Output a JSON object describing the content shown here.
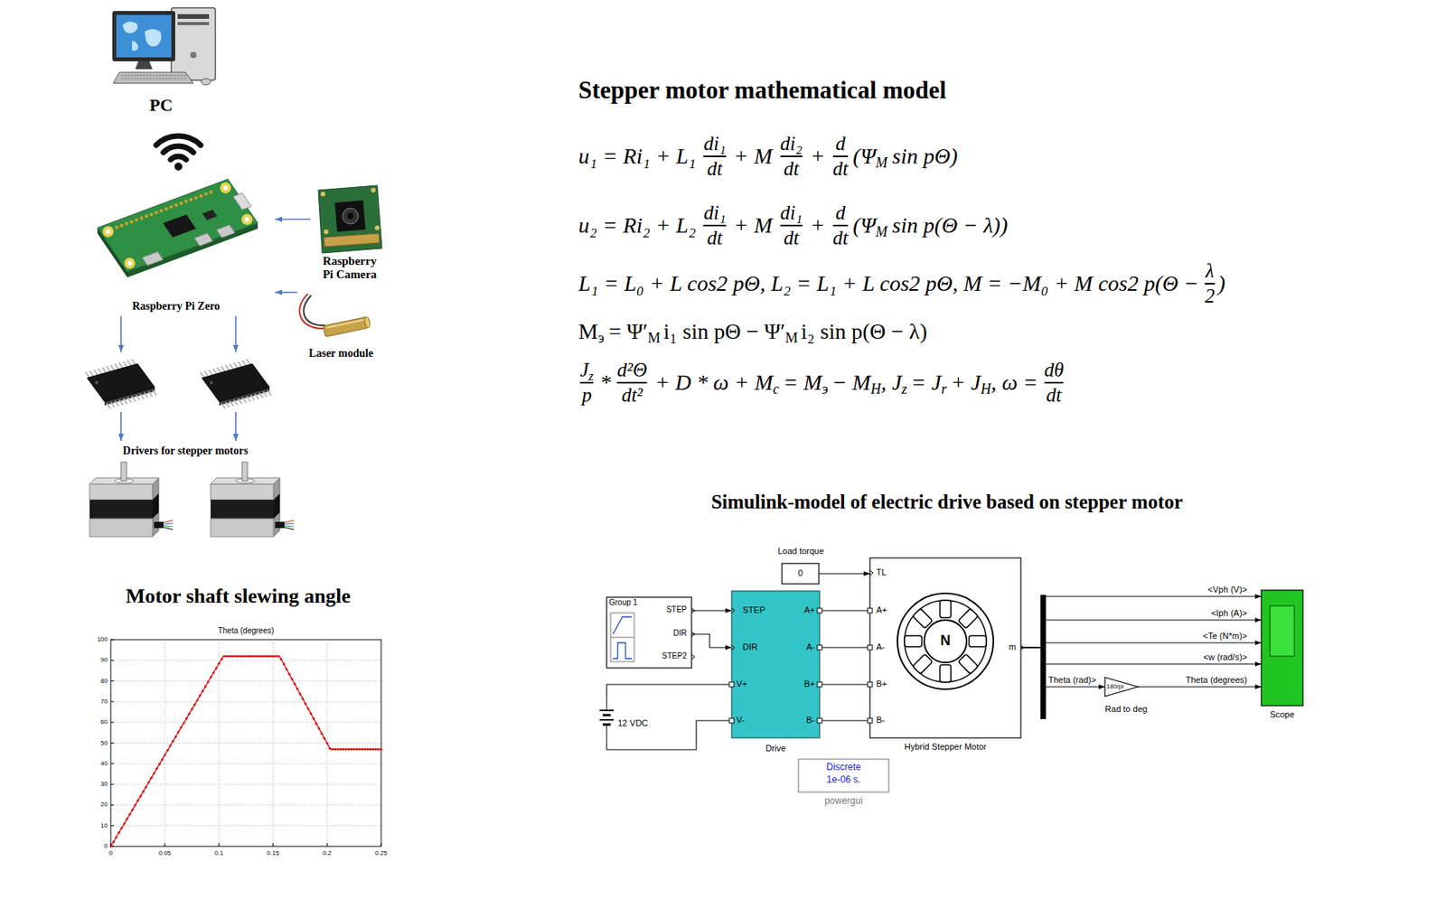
{
  "diagram": {
    "nodes": [
      {
        "text": [
          "PC"
        ]
      },
      {
        "text": [
          "Raspberry Pi Zero"
        ]
      },
      {
        "text": [
          "Raspberry Pi Camera"
        ]
      },
      {
        "text": [
          "Laser module"
        ]
      },
      {
        "text": [
          "Drivers for stepper motors"
        ]
      },
      {
        "text": [
          "Load torque",
          "0"
        ]
      },
      {
        "text": [
          "Group 1",
          "STEP",
          "DIR",
          "STEP2"
        ]
      },
      {
        "text": [
          "STEP",
          "DIR",
          "V+",
          "V-",
          "A+",
          "A-",
          "B+",
          "B-",
          "Drive"
        ]
      },
      {
        "text": [
          "TL",
          "A+",
          "A-",
          "B+",
          "B-",
          "N",
          "m",
          "Hybrid Stepper Motor"
        ]
      },
      {
        "text": [
          "12 VDC"
        ]
      },
      {
        "text": [
          "180/pi",
          "Rad to deg"
        ]
      },
      {
        "text": [
          "Scope"
        ]
      },
      {
        "text": [
          "Discrete",
          "1e-06 s.",
          "powergui"
        ]
      }
    ],
    "edges": [
      {
        "from": 2,
        "to": 1,
        "arrow": "to"
      },
      {
        "from": 3,
        "to": 1,
        "arrow": "to"
      },
      {
        "from": 1,
        "to": 4,
        "arrow": "to"
      },
      {
        "from": 1,
        "to": 4,
        "arrow": "to"
      },
      {
        "from": 5,
        "to": 8,
        "arrow": "to"
      },
      {
        "from": 6,
        "to": 7,
        "arrow": "to"
      },
      {
        "from": 6,
        "to": 7,
        "arrow": "to"
      },
      {
        "from": 9,
        "to": 7,
        "arrow": "none"
      },
      {
        "from": 9,
        "to": 7,
        "arrow": "none"
      },
      {
        "from": 7,
        "to": 8,
        "arrow": "none"
      },
      {
        "from": 7,
        "to": 8,
        "arrow": "none"
      },
      {
        "from": 7,
        "to": 8,
        "arrow": "none"
      },
      {
        "from": 7,
        "to": 8,
        "arrow": "none"
      },
      {
        "from": 8,
        "to": 11,
        "label": "<Vph (V)>",
        "arrow": "to"
      },
      {
        "from": 8,
        "to": 11,
        "label": "<Iph (A)>",
        "arrow": "to"
      },
      {
        "from": 8,
        "to": 11,
        "label": "<Te (N*m)>",
        "arrow": "to"
      },
      {
        "from": 8,
        "to": 11,
        "label": "<w (rad/s)>",
        "arrow": "to"
      },
      {
        "from": 8,
        "to": 10,
        "label": "Theta (rad)>",
        "arrow": "to"
      },
      {
        "from": 10,
        "to": 11,
        "label": "Theta (degrees)",
        "arrow": "to"
      }
    ],
    "labels": [
      "Stepper motor mathematical model",
      "u₁ = Ri₁ + L₁",
      "di₁",
      "dt",
      "+ M",
      "di₂",
      "dt",
      "+",
      "d",
      "dt",
      "(Ψ",
      "M",
      "sin pΘ)",
      "u₂ = Ri₂ + L₂",
      "di₁",
      "dt",
      "+ M",
      "di₁",
      "dt",
      "+",
      "d",
      "dt",
      "(Ψ",
      "M",
      "sin p(Θ − λ))",
      "L₁ = L₀ + L cos2 pΘ, L₂ = L₁ + L cos2 pΘ, M = −M₀ + M cos2 p(Θ −",
      "λ",
      "2",
      ")",
      "M",
      "э",
      "= Ψ′",
      "M",
      "i₁ sin pΘ − Ψ′",
      "M",
      "i₂ sin p(Θ − λ)",
      "J",
      "z",
      "p",
      "*",
      "d²Θ",
      "dt²",
      "+ D * ω + M",
      "c",
      "= M",
      "э",
      "− M",
      "Н",
      ", J",
      "z",
      "= J",
      "r",
      "+ J",
      "Н",
      ", ω =",
      "dθ",
      "dt",
      "Simulink-model of electric drive based on stepper motor",
      "Motor shaft slewing angle",
      "Theta (degrees)",
      "0",
      "10",
      "20",
      "30",
      "40",
      "50",
      "60",
      "70",
      "80",
      "90",
      "100",
      "0",
      "0.05",
      "0.1",
      "0.15",
      "0.2",
      "0.25"
    ]
  }
}
